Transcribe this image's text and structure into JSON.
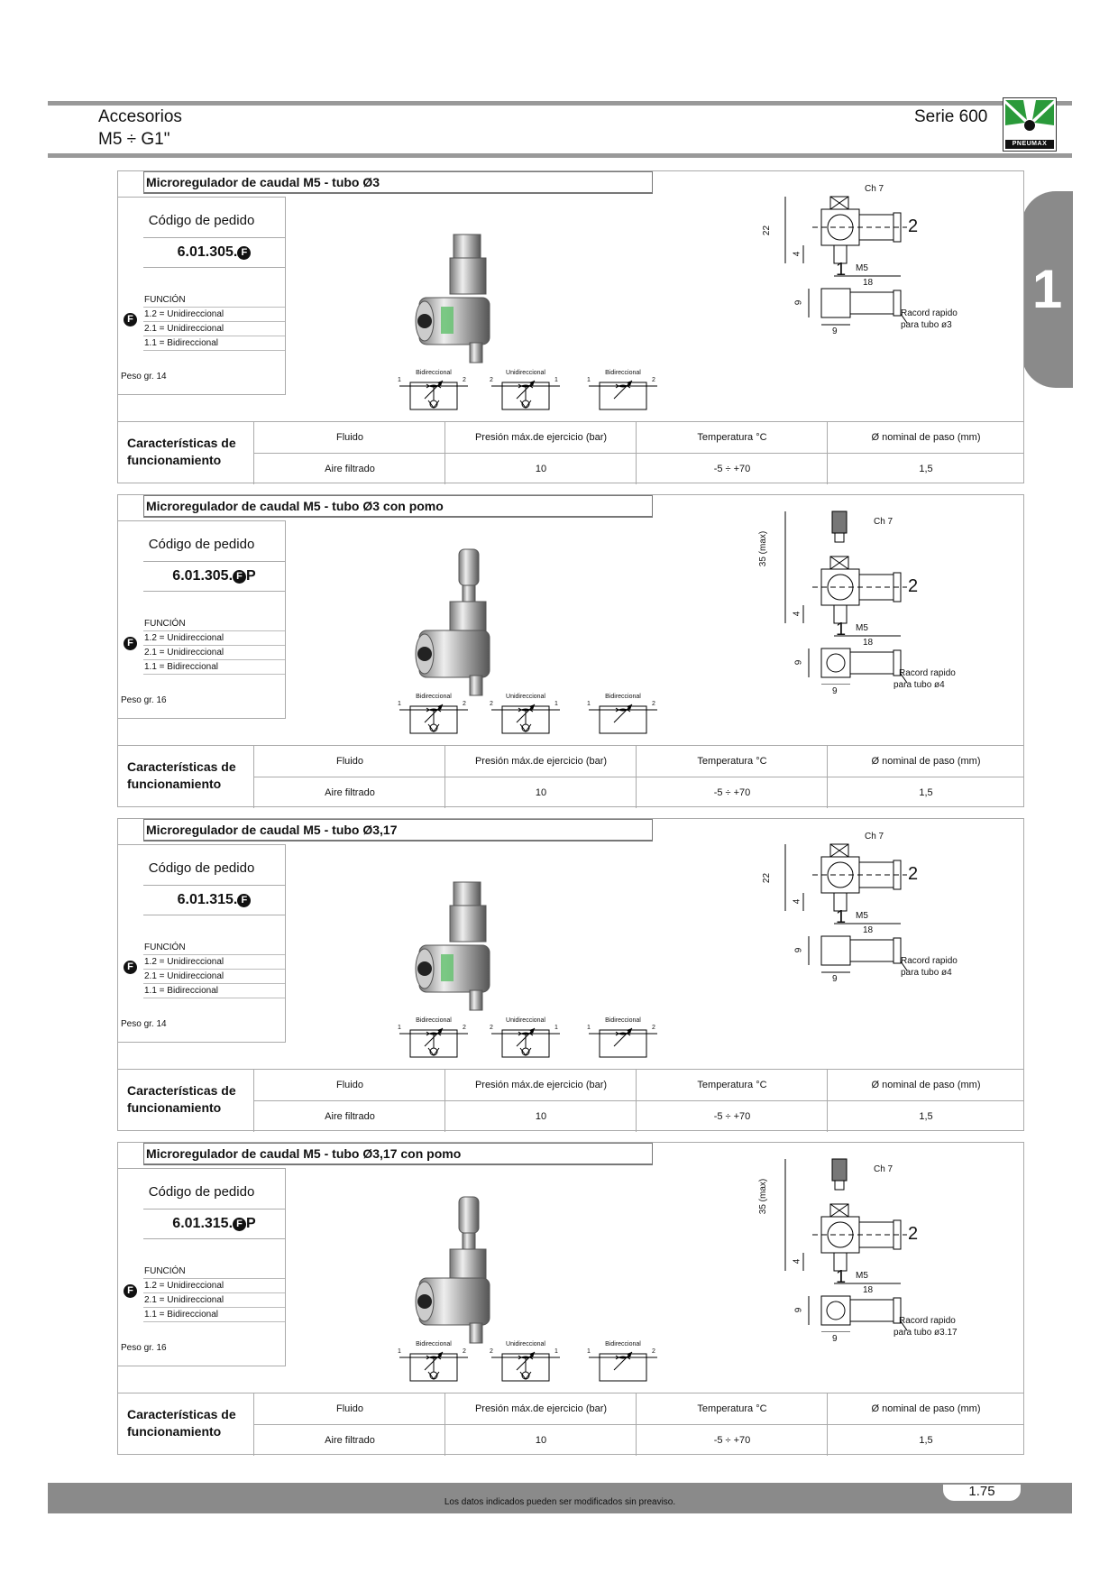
{
  "header": {
    "title_line1": "Accesorios",
    "title_line2": "M5 ÷ G1\"",
    "series": "Serie 600",
    "logo_text": "PNEUMAX"
  },
  "side_tab": {
    "number": "1"
  },
  "panels": [
    {
      "title": "Microregulador de caudal M5 - tubo Ø3",
      "order_label": "Código de pedido",
      "code_prefix": "6.01.305.",
      "code_suffix": "",
      "func_header": "FUNCIÓN",
      "functions": [
        "1.2 = Unidireccional",
        "2.1 = Unidireccional",
        "1.1 = Bidireccional"
      ],
      "peso": "Peso gr. 14",
      "has_knob": false,
      "drawing": {
        "ch": "Ch 7",
        "height": "22",
        "small": "4",
        "port": "M5",
        "width": "18",
        "side": "9",
        "bottom": "9",
        "racord1": "Racord rapido",
        "racord2": "para tubo ø3",
        "port1": "1",
        "port2": "2"
      }
    },
    {
      "title": "Microregulador de caudal M5 - tubo Ø3 con pomo",
      "order_label": "Código de pedido",
      "code_prefix": "6.01.305.",
      "code_suffix": "P",
      "func_header": "FUNCIÓN",
      "functions": [
        "1.2 = Unidireccional",
        "2.1 = Unidireccional",
        "1.1 = Bidireccional"
      ],
      "peso": "Peso gr. 16",
      "has_knob": true,
      "drawing": {
        "ch": "Ch 7",
        "height": "35 (max)",
        "small": "4",
        "port": "M5",
        "width": "18",
        "side": "9",
        "bottom": "9",
        "racord1": "Racord rapido",
        "racord2": "para tubo ø4",
        "port1": "1",
        "port2": "2"
      }
    },
    {
      "title": "Microregulador de caudal M5 - tubo Ø3,17",
      "order_label": "Código de pedido",
      "code_prefix": "6.01.315.",
      "code_suffix": "",
      "func_header": "FUNCIÓN",
      "functions": [
        "1.2 = Unidireccional",
        "2.1 = Unidireccional",
        "1.1 = Bidireccional"
      ],
      "peso": "Peso gr. 14",
      "has_knob": false,
      "drawing": {
        "ch": "Ch 7",
        "height": "22",
        "small": "4",
        "port": "M5",
        "width": "18",
        "side": "9",
        "bottom": "9",
        "racord1": "Racord rapido",
        "racord2": "para tubo ø4",
        "port1": "1",
        "port2": "2"
      }
    },
    {
      "title": "Microregulador de caudal M5 - tubo Ø3,17 con pomo",
      "order_label": "Código de pedido",
      "code_prefix": "6.01.315.",
      "code_suffix": "P",
      "func_header": "FUNCIÓN",
      "functions": [
        "1.2 = Unidireccional",
        "2.1 = Unidireccional",
        "1.1 = Bidireccional"
      ],
      "peso": "Peso gr. 16",
      "has_knob": true,
      "drawing": {
        "ch": "Ch 7",
        "height": "35 (max)",
        "small": "4",
        "port": "M5",
        "width": "18",
        "side": "9",
        "bottom": "9",
        "racord1": "Racord rapido",
        "racord2": "para tubo ø3.17",
        "port1": "1",
        "port2": "2"
      }
    }
  ],
  "function_letter": "F",
  "symbols": [
    {
      "title": "Bidireccional",
      "left": "1",
      "right": "2"
    },
    {
      "title": "Unidireccional",
      "left": "2",
      "right": "1"
    },
    {
      "title": "Bidireccional",
      "left": "1",
      "right": "2"
    }
  ],
  "characteristics": {
    "label": "Características de funcionamiento",
    "headers": [
      "Fluido",
      "Presión máx.de ejercicio (bar)",
      "Temperatura °C",
      "Ø nominal de paso (mm)"
    ],
    "values": [
      "Aire filtrado",
      "10",
      "-5 ÷ +70",
      "1,5"
    ]
  },
  "footer": {
    "note": "Los datos indicados pueden ser modificados sin preaviso.",
    "page": "1.75"
  }
}
